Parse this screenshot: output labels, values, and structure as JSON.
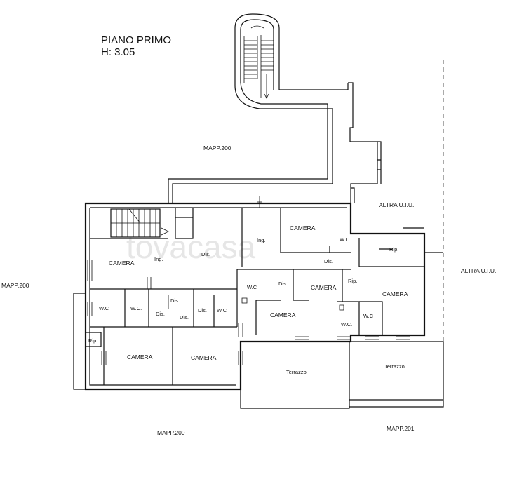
{
  "header": {
    "line1": "PIANO PRIMO",
    "line2": "H: 3.05"
  },
  "watermark": "tovacasa",
  "labels": {
    "mapp200_top": "MAPP.200",
    "mapp200_left": "MAPP.200",
    "mapp200_bottom": "MAPP.200",
    "mapp201": "MAPP.201",
    "altra_uiu_1": "ALTRA U.I.U.",
    "altra_uiu_2": "ALTRA U.I.U.",
    "camera_nw": "CAMERA",
    "camera_sw1": "CAMERA",
    "camera_sw2": "CAMERA",
    "camera_n": "CAMERA",
    "camera_mid": "CAMERA",
    "camera_s": "CAMERA",
    "camera_e": "CAMERA",
    "ing_1": "Ing.",
    "ing_2": "Ing.",
    "dis_1": "Dis.",
    "dis_2": "Dis.",
    "dis_3": "Dis.",
    "dis_4": "Dis.",
    "dis_5": "Dis.",
    "dis_6": "Dis.",
    "dis_7": "Dis.",
    "wc_1": "W.C",
    "wc_2": "W.C.",
    "wc_3": "W.C",
    "wc_4": "W.C",
    "wc_5": "W.C.",
    "wc_6": "W.C",
    "wc_7": "W.C.",
    "rip_1": "Rip.",
    "rip_2": "Rip.",
    "rip_3": "Rip.",
    "terrazzo_1": "Terrazzo",
    "terrazzo_2": "Terrazzo"
  }
}
